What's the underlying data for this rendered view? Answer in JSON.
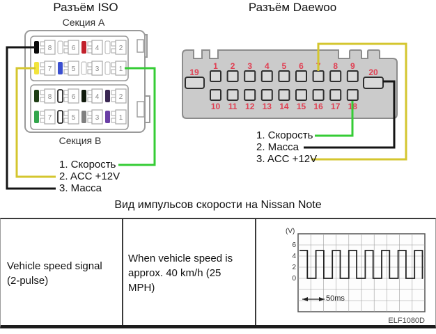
{
  "iso": {
    "title": "Разъём ISO",
    "section_a_label": "Секция A",
    "section_b_label": "Секция B",
    "sections": [
      {
        "name": "A",
        "rows": [
          [
            {
              "n": 8,
              "color": "#0a0a0a"
            },
            {
              "n": 6,
              "color": "white"
            },
            {
              "n": 4,
              "color": "#c2212c"
            },
            {
              "n": 2,
              "color": "white"
            }
          ],
          [
            {
              "n": 7,
              "color": "#f2e43c"
            },
            {
              "n": 5,
              "color": "#3b4fd0"
            },
            {
              "n": 3,
              "color": "white"
            },
            {
              "n": 1,
              "color": "white"
            }
          ]
        ]
      },
      {
        "name": "B",
        "rows": [
          [
            {
              "n": 8,
              "color": "#1e3d14"
            },
            {
              "n": 6,
              "color": "white",
              "outlined": true
            },
            {
              "n": 4,
              "color": "#101a0c"
            },
            {
              "n": 2,
              "color": "#3a2752"
            }
          ],
          [
            {
              "n": 7,
              "color": "#33a64c"
            },
            {
              "n": 5,
              "color": "white",
              "outlined": true
            },
            {
              "n": 3,
              "color": "#808080"
            },
            {
              "n": 1,
              "color": "#6a3fa6"
            }
          ]
        ]
      }
    ],
    "legend": [
      "1. Скорость",
      "2. ACC +12V",
      "3. Масса"
    ]
  },
  "daewoo": {
    "title": "Разъём Daewoo",
    "top_pins": [
      "1",
      "2",
      "3",
      "4",
      "5",
      "6",
      "7",
      "8",
      "9"
    ],
    "bottom_pins": [
      "10",
      "11",
      "12",
      "13",
      "14",
      "15",
      "16",
      "17",
      "18"
    ],
    "left_pin": "19",
    "right_pin": "20",
    "number_color": "#e04053",
    "legend": [
      "1. Скорость",
      "2. Масса",
      "3. ACC +12V"
    ]
  },
  "wires": {
    "speed_color": "#35cc35",
    "acc_color": "#d4c62f",
    "ground_color": "#141414"
  },
  "pulse": {
    "title": "Вид импульсов скорости на Nissan Note"
  },
  "table": {
    "col1_lines": [
      "Vehicle speed signal",
      "(2-pulse)"
    ],
    "col2_lines": [
      "When vehicle speed is",
      "approx. 40 km/h (25",
      "MPH)"
    ]
  },
  "chart_data": {
    "type": "line",
    "subtype": "square-wave-oscillogram",
    "title": "Вид импульсов скорости на Nissan Note",
    "ylabel": "(V)",
    "yticks": [
      6,
      4,
      2,
      0
    ],
    "ylim": [
      -6,
      8
    ],
    "signal": {
      "high_v": 5,
      "low_v": 0,
      "cycles_visible": 7.5,
      "duty_cycle": 0.48,
      "starts_high": true
    },
    "time_div_label": "50ms",
    "figure_code": "ELF1080D",
    "grid": true,
    "description": "Vehicle speed signal (2-pulse) when vehicle speed is approx. 40 km/h (25 MPH)"
  }
}
